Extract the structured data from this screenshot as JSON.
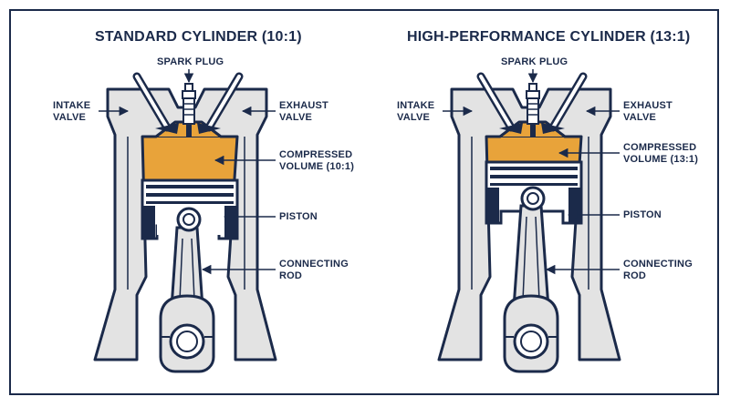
{
  "colors": {
    "outline": "#1b2a4a",
    "wall": "#e3e3e3",
    "charge": "#e8a33a",
    "background": "#ffffff"
  },
  "diagrams": [
    {
      "title": "STANDARD CYLINDER (10:1)",
      "labels": {
        "spark_plug": "SPARK PLUG",
        "intake_1": "INTAKE",
        "intake_2": "VALVE",
        "exhaust_1": "EXHAUST",
        "exhaust_2": "VALVE",
        "compressed_1": "COMPRESSED",
        "compressed_2": "VOLUME (10:1)",
        "piston": "PISTON",
        "rod_1": "CONNECTING",
        "rod_2": "ROD"
      }
    },
    {
      "title": "HIGH-PERFORMANCE CYLINDER (13:1)",
      "labels": {
        "spark_plug": "SPARK PLUG",
        "intake_1": "INTAKE",
        "intake_2": "VALVE",
        "exhaust_1": "EXHAUST",
        "exhaust_2": "VALVE",
        "compressed_1": "COMPRESSED",
        "compressed_2": "VOLUME (13:1)",
        "piston": "PISTON",
        "rod_1": "CONNECTING",
        "rod_2": "ROD"
      }
    }
  ]
}
